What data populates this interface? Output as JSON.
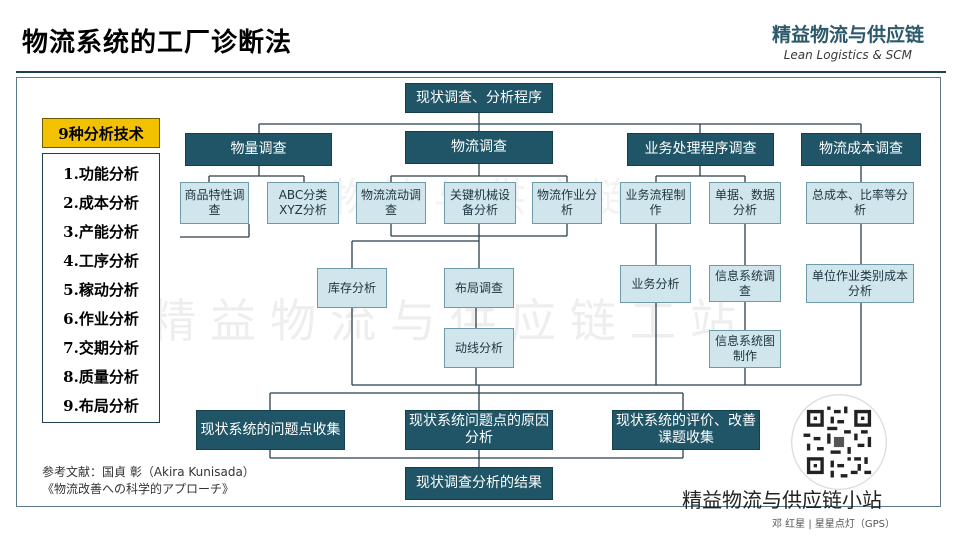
{
  "title": "物流系统的工厂诊断法",
  "logo": {
    "cn": "精益物流与供应链",
    "en": "Lean Logistics & SCM"
  },
  "watermark": {
    "main": "精益物流与供应链工站",
    "top": "物流与供应链"
  },
  "techniques": {
    "header": "9种分析技术",
    "items": [
      "1.功能分析",
      "2.成本分析",
      "3.产能分析",
      "4.工序分析",
      "5.稼动分析",
      "6.作业分析",
      "7.交期分析",
      "8.质量分析",
      "9.布局分析"
    ]
  },
  "flow": {
    "root": "现状调查、分析程序",
    "categories": [
      "物量调查",
      "物流调查",
      "业务处理程序调查",
      "物流成本调查"
    ],
    "level2": [
      "商品特性调查",
      "ABC分类XYZ分析",
      "物流流动调查",
      "关键机械设备分析",
      "物流作业分析",
      "业务流程制作",
      "单据、数据分析",
      "总成本、比率等分析"
    ],
    "level3": [
      "库存分析",
      "布局调查",
      "业务分析",
      "信息系统调查",
      "单位作业类别成本分析"
    ],
    "level4": [
      "动线分析",
      "信息系统图制作"
    ],
    "collect": [
      "现状系统的问题点收集",
      "现状系统问题点的原因分析",
      "现状系统的评价、改善课题收集"
    ],
    "result": "现状调查分析的结果"
  },
  "reference": {
    "line1": "参考文献：国貞 彰（Akira Kunisada）",
    "line2": "《物流改善への科学的アプローチ》"
  },
  "footer": {
    "site": "精益物流与供应链小站",
    "author": "邓 红星 | 星星点灯（GPS）"
  },
  "colors": {
    "dark_box": "#1f5566",
    "light_box": "#d0e6ec",
    "highlight": "#f2c200",
    "line": "#2b3f4a"
  }
}
